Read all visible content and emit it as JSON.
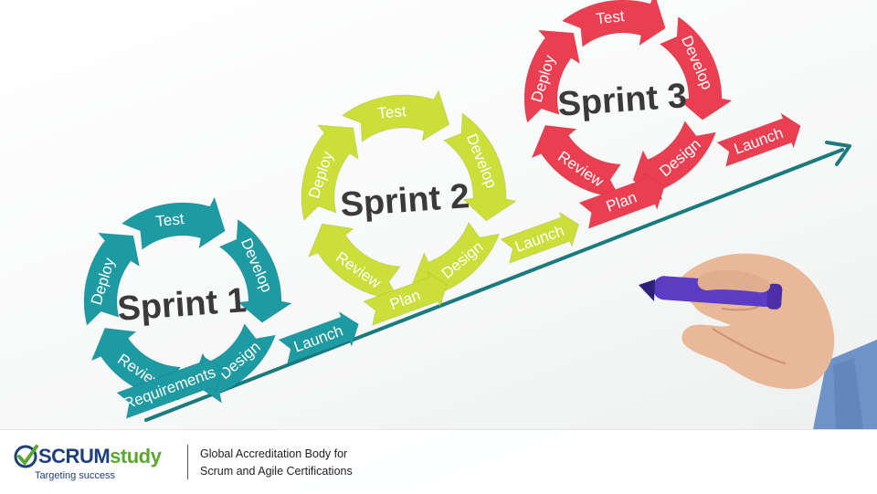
{
  "sprints": [
    {
      "title": "Sprint 1",
      "color": "#1e9aa3",
      "cycle": [
        "Test",
        "Develop",
        "Design",
        "Review",
        "Deploy"
      ],
      "chain": [
        "Requirements",
        "Launch"
      ]
    },
    {
      "title": "Sprint 2",
      "color": "#cadf3a",
      "cycle": [
        "Test",
        "Develop",
        "Design",
        "Review",
        "Deploy"
      ],
      "chain": [
        "Plan",
        "Launch"
      ]
    },
    {
      "title": "Sprint 3",
      "color": "#ea3f51",
      "cycle": [
        "Test",
        "Develop",
        "Design",
        "Review",
        "Deploy"
      ],
      "chain": [
        "Plan",
        "Launch"
      ]
    }
  ],
  "progress_arrow_color": "#1a7a7e",
  "marker_color": "#5b3dc4",
  "footer": {
    "logo_name_primary": "SCRUM",
    "logo_name_secondary": "study",
    "tagline": "Targeting success",
    "description_line1": "Global Accreditation Body for",
    "description_line2": "Scrum and Agile Certifications"
  }
}
